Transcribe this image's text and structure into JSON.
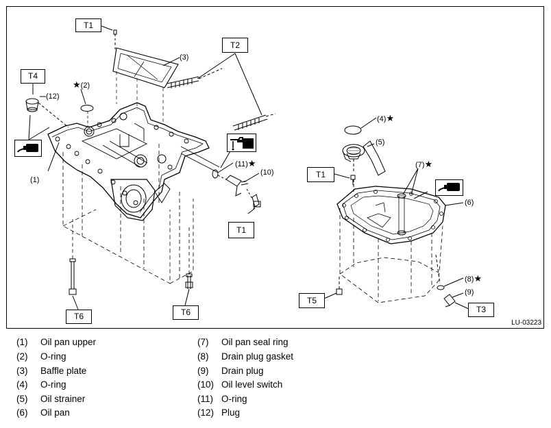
{
  "figure_id": "LU-03223",
  "torque_labels": {
    "t1_top": "T1",
    "t2": "T2",
    "t4": "T4",
    "t1_strainer": "T1",
    "t1_switch": "T1",
    "t6_left": "T6",
    "t6_right": "T6",
    "t5": "T5",
    "t3": "T3"
  },
  "callouts": {
    "c12": "(12)",
    "c2": "(2)",
    "c3": "(3)",
    "c1": "(1)",
    "c11": "(11)",
    "c10": "(10)",
    "c4": "(4)",
    "c5": "(5)",
    "c7": "(7)",
    "c6": "(6)",
    "c8": "(8)",
    "c9": "(9)",
    "star": "★"
  },
  "legend": [
    {
      "num": "(1)",
      "text": "Oil pan upper"
    },
    {
      "num": "(2)",
      "text": "O-ring"
    },
    {
      "num": "(3)",
      "text": "Baffle plate"
    },
    {
      "num": "(4)",
      "text": "O-ring"
    },
    {
      "num": "(5)",
      "text": "Oil strainer"
    },
    {
      "num": "(6)",
      "text": "Oil pan"
    },
    {
      "num": "(7)",
      "text": "Oil pan seal ring"
    },
    {
      "num": "(8)",
      "text": "Drain plug gasket"
    },
    {
      "num": "(9)",
      "text": "Drain plug"
    },
    {
      "num": "(10)",
      "text": "Oil level switch"
    },
    {
      "num": "(11)",
      "text": "O-ring"
    },
    {
      "num": "(12)",
      "text": "Plug"
    }
  ],
  "icons": {
    "sealant_icon": "liquid-gasket-tube-icon",
    "oil_icon": "engine-oil-can-icon"
  }
}
